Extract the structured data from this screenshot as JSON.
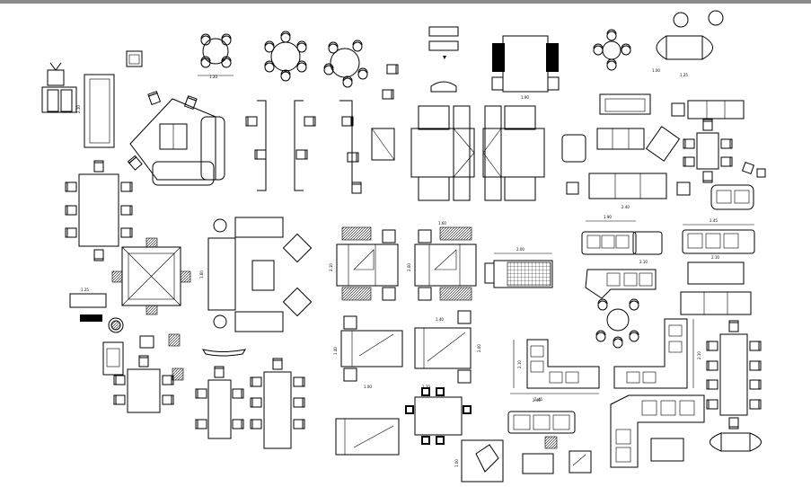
{
  "drawing": {
    "background": "#ffffff",
    "top_bar_color": "#8a8a8a",
    "line_color": "#000000"
  },
  "dims": {
    "d_round_table": "1.20",
    "d_square_set": "1.20",
    "d_double_bed": "2.00",
    "d_sofa_set": "2.45",
    "d_bed_a_w": "1.60",
    "d_bed_a_h": "2.10",
    "d_single_bed": "1.90",
    "d_grid_bed": "2.00",
    "d_bed_b_h": "1.40",
    "d_bed_b_w": "1.00",
    "d_bed_c_w": "1.40",
    "d_bed_c_h": "2.00",
    "d_three_seater": "1.90",
    "d_sofa_long": "2.40",
    "d_corner_sofa": "2.40",
    "d_corner_h": "2.10",
    "d_sectional": "2.10",
    "d_l_sofa_w": "2.45",
    "d_l_sofa_h": "2.10",
    "d_lounge": "1.60",
    "d_long_sofa": "2.10",
    "d_sec_wide": "2.45",
    "d_tv_unit": "1.25",
    "d_arm_v": "2.10",
    "d_small": "1.00"
  }
}
